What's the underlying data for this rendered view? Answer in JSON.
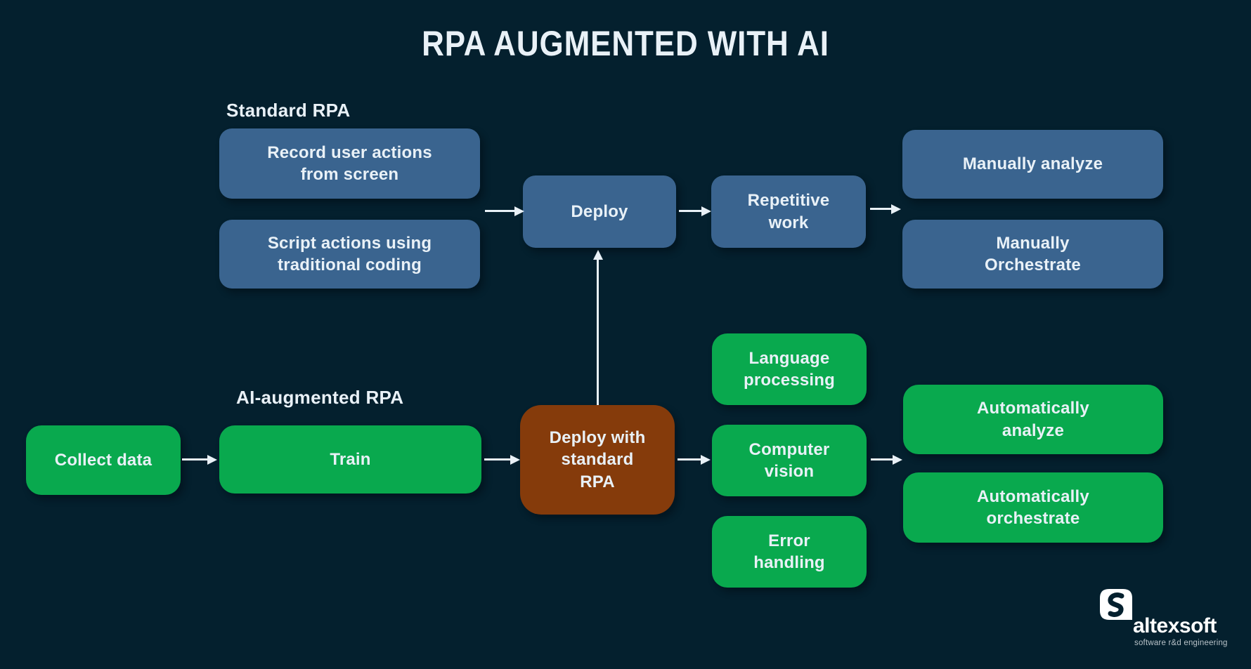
{
  "title": "RPA AUGMENTED WITH AI",
  "labels": {
    "standard": "Standard RPA",
    "ai": "AI-augmented RPA"
  },
  "nodes": {
    "record": {
      "label": "Record user actions\nfrom screen",
      "type": "blue"
    },
    "script": {
      "label": "Script actions using\ntraditional coding",
      "type": "blue"
    },
    "deploy": {
      "label": "Deploy",
      "type": "blue"
    },
    "repetitive": {
      "label": "Repetitive\nwork",
      "type": "blue"
    },
    "manually_analyze": {
      "label": "Manually analyze",
      "type": "blue"
    },
    "manually_orchestrate": {
      "label": "Manually\nOrchestrate",
      "type": "blue"
    },
    "collect_data": {
      "label": "Collect data",
      "type": "green"
    },
    "train": {
      "label": "Train",
      "type": "green"
    },
    "deploy_with_standard_rpa": {
      "label": "Deploy with\nstandard\nRPA",
      "type": "brown"
    },
    "language_processing": {
      "label": "Language\nprocessing",
      "type": "green"
    },
    "computer_vision": {
      "label": "Computer\nvision",
      "type": "green"
    },
    "error_handling": {
      "label": "Error\nhandling",
      "type": "green"
    },
    "automatically_analyze": {
      "label": "Automatically\nanalyze",
      "type": "green"
    },
    "automatically_orchestrate": {
      "label": "Automatically\norchestrate",
      "type": "green"
    }
  },
  "colors": {
    "background": "#04202e",
    "box_blue": "#3a648f",
    "box_green": "#09a94e",
    "box_brown": "#853b0b",
    "text_light": "#e9f1f7",
    "tagline": "#b8c2c8"
  },
  "logo": {
    "name": "altexsoft",
    "tagline": "software r&d engineering"
  }
}
